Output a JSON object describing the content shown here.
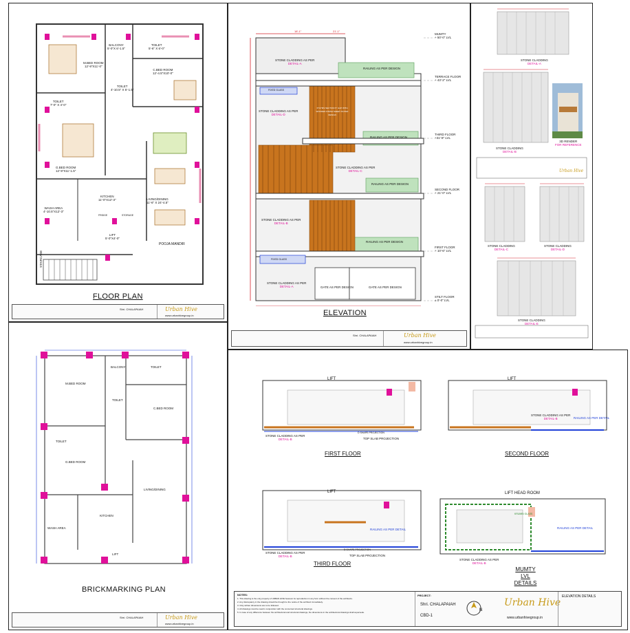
{
  "floor_plan": {
    "title": "FLOOR PLAN",
    "rooms": [
      {
        "name": "BALCONY",
        "size": "5'-0\"X 6'-1.5\""
      },
      {
        "name": "TOILET",
        "size": "5'-6\" X 6'-0\""
      },
      {
        "name": "M.BED ROOM",
        "size": "12'-9\"X11'-0\""
      },
      {
        "name": "C.BED ROOM",
        "size": "12'-4.5\"X10'-0\""
      },
      {
        "name": "TOILET",
        "size": "4'-10.5\" X 5'-1.5\""
      },
      {
        "name": "TOILET",
        "size": "7'-0\" X 4'-0\""
      },
      {
        "name": "G.BED ROOM",
        "size": "12'-9\"X11'-1.5\""
      },
      {
        "name": "KITCHEN",
        "size": "11'-0\"X12'-3\""
      },
      {
        "name": "LIVING/DINING",
        "size": "11'-6\" X 24'-4.5\""
      },
      {
        "name": "WASH AREA",
        "size": "4'-10.5\"X12'-3\""
      },
      {
        "name": "LIFT",
        "size": "5'-0\"X4'-0\""
      },
      {
        "name": "POOJA MANDIR",
        "size": ""
      },
      {
        "name": "STAIRCASE",
        "size": ""
      },
      {
        "name": "FRIDGE",
        "size": ""
      },
      {
        "name": "STORAGE",
        "size": ""
      }
    ]
  },
  "elevation": {
    "title": "ELEVATION",
    "levels": [
      {
        "name": "MUMTY",
        "value": "+ 50'-0\" LVL"
      },
      {
        "name": "TERRACE FLOOR",
        "value": "+ 43'-2\" LVL"
      },
      {
        "name": "THIRD FLOOR",
        "value": "+31'-8\" LVL"
      },
      {
        "name": "SECOND FLOOR",
        "value": "+ 21'-0\" LVL"
      },
      {
        "name": "FIRST FLOOR",
        "value": "+ 10'-6\" LVL"
      },
      {
        "name": "STILT FLOOR",
        "value": "± 0'-0\" LVL"
      }
    ],
    "notes": [
      {
        "text": "STONE CLADDING AS PER",
        "ref": "DETAIL-A"
      },
      {
        "text": "RAILING AS PER DESIGN",
        "ref": ""
      },
      {
        "text": "FIXED GLASS",
        "ref": ""
      },
      {
        "text": "STONE CLADDING AS PER",
        "ref": "DETAIL-D"
      },
      {
        "text": "3\"X2\"MS SECTION 5\" GAP WITH WOODEN FINISH SHEET AS PER DESIGN",
        "ref": ""
      },
      {
        "text": "RAILING AS PER DESIGN",
        "ref": ""
      },
      {
        "text": "STONE CLADDING AS PER",
        "ref": "DETAIL-C"
      },
      {
        "text": "RAILING AS PER DESIGN",
        "ref": ""
      },
      {
        "text": "STONE CLADDING AS PER",
        "ref": "DETAIL-B"
      },
      {
        "text": "RAILING AS PER DESIGN",
        "ref": ""
      },
      {
        "text": "FIXED GLASS",
        "ref": ""
      },
      {
        "text": "STONE CLADDING AS PER",
        "ref": "DETAIL-A"
      },
      {
        "text": "GATE AS PER DESIGN",
        "ref": ""
      },
      {
        "text": "GATE AS PER DESIGN",
        "ref": ""
      }
    ],
    "top_dims": [
      "18'-1\"",
      "21'-1\""
    ]
  },
  "cladding": {
    "labels": [
      {
        "title": "STONE CLADDING",
        "ref": "DETAIL-A"
      },
      {
        "title": "STONE CLADDING",
        "ref": "DETAIL-B"
      },
      {
        "title": "3D RENDER",
        "ref": "FOR REFERENCE"
      },
      {
        "title": "STONE CLADDING",
        "ref": "DETAIL-C"
      },
      {
        "title": "STONE CLADDING",
        "ref": "DETAIL-D"
      },
      {
        "title": "STONE CLADDING",
        "ref": "DETAIL-E"
      }
    ]
  },
  "brickmarking": {
    "title": "BRICKMARKING PLAN",
    "rooms": [
      "M.BED ROOM",
      "BALCONY",
      "TOILET",
      "TOILET",
      "C.BED ROOM",
      "TOILET",
      "G.BED ROOM",
      "LIVING/DINING",
      "KITCHEN",
      "WASH AREA",
      "LIFT"
    ]
  },
  "details": {
    "sections": [
      "FIRST FLOOR",
      "SECOND FLOOR",
      "THIRD FLOOR",
      "MUMTY LVL DETAILS"
    ],
    "labels": [
      "LIFT",
      "STONE CLADDING AS PER",
      "DETAIL-B",
      "TOP SLAB PROJECTION",
      "D SHAPE PROJECTION",
      "RAILING AS PER DETAIL",
      "LIFT HEAD ROOM",
      "KRUMBI GLASS"
    ],
    "project_label": "PROJECT:",
    "project": "Shri. CHALAPAIAH",
    "drawing_no": "CBD-1",
    "sheet_title": "ELEVATION DETAILS",
    "notes_title": "NOTES:",
    "notes": [
      "1. This drawing is the only property of URBAN HIVE however its reproduction in any form without the consent of the architects.",
      "2. Any discrepancy in the drawing should be brought to the notice of the architect immediately.",
      "3. Only written dimensions are to be followed.",
      "4. All drawings must be read in conjunction with the concerned structural drawings.",
      "5. In case of any difference between the architectural and structural drawings, the dimensions in the architectural drawings shall supersede."
    ],
    "website": "www.urbanhivegroup.in"
  },
  "title_block": {
    "client": "Shri. CHALAPAIAH",
    "brand": "Urban Hive",
    "website": "www.urbanhivegroup.in"
  },
  "colors": {
    "magenta": "#e0109a",
    "gold": "#c79a18",
    "blue": "#1e3fd8",
    "red": "#d4202a",
    "wood": "#c8741e",
    "green": "#8bc48a"
  }
}
